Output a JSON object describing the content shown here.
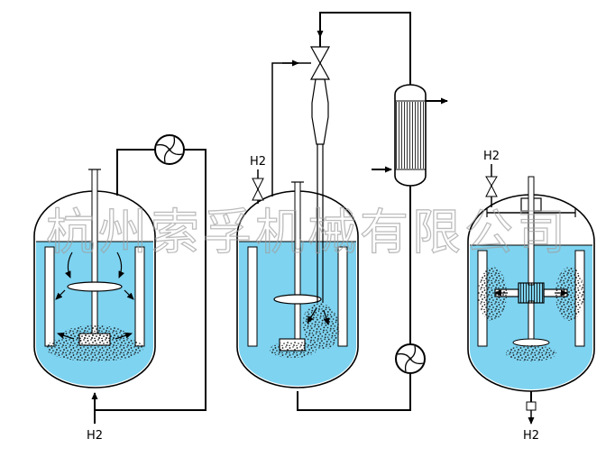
{
  "diagram": {
    "watermark": "杭州索孚机械有限公司",
    "labels": {
      "h2_left_bottom": "H2",
      "h2_middle_top": "H2",
      "h2_right_top": "H2",
      "h2_right_bottom": "H2"
    },
    "colors": {
      "background": "#ffffff",
      "line": "#000000",
      "liquid": "#7ed3f0",
      "watermark": "#a0a0a0"
    }
  }
}
